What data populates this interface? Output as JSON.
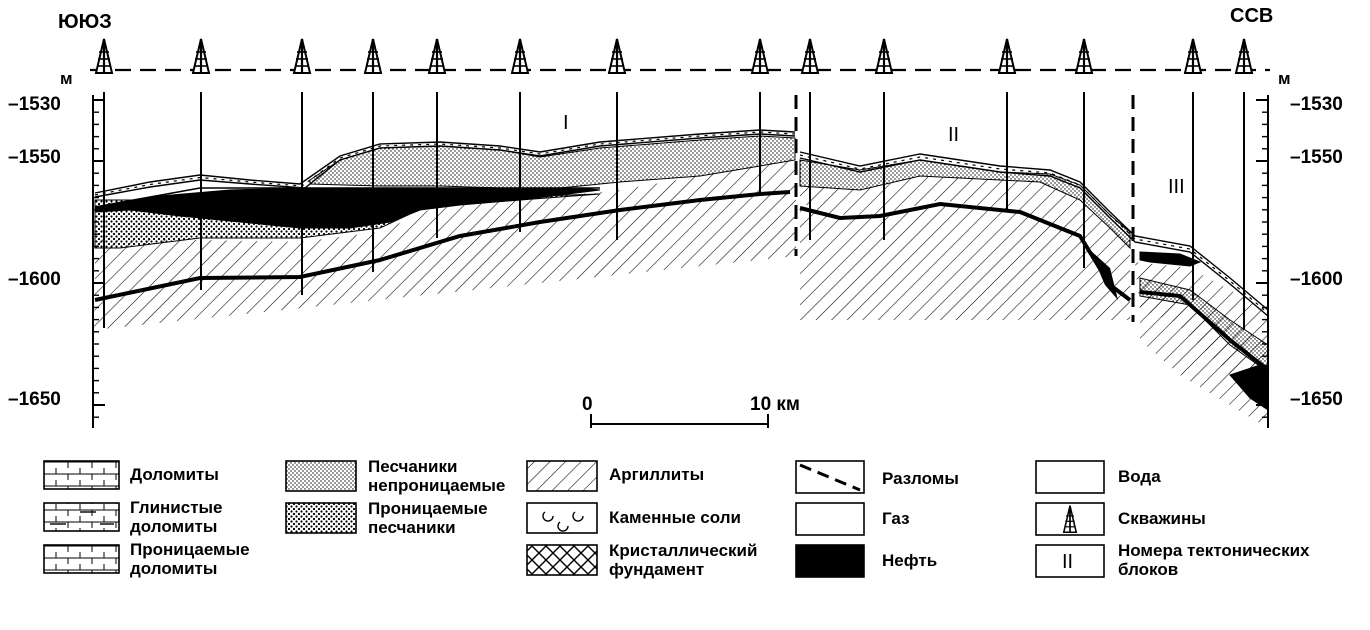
{
  "directions": {
    "left": "ЮЮЗ",
    "right": "ССВ"
  },
  "axis": {
    "unit_left": "м",
    "unit_right": "м",
    "ticks": [
      "–1530",
      "–1550",
      "–1600",
      "–1650"
    ]
  },
  "blocks": [
    "I",
    "II",
    "III"
  ],
  "scale": {
    "start": "0",
    "end": "10 км"
  },
  "legend": [
    {
      "id": "dolomites",
      "label": "Доломиты"
    },
    {
      "id": "clay_dolomites",
      "label": "Глинистые\nдоломиты"
    },
    {
      "id": "perm_dolomites",
      "label": "Проницаемые\nдоломиты"
    },
    {
      "id": "imperm_sandstone",
      "label": "Песчаники\nнепроницаемые"
    },
    {
      "id": "perm_sandstone",
      "label": "Проницаемые\nпесчаники"
    },
    {
      "id": "argillites",
      "label": "Аргиллиты"
    },
    {
      "id": "rock_salt",
      "label": "Каменные соли"
    },
    {
      "id": "basement",
      "label": "Кристаллический\nфундамент"
    },
    {
      "id": "faults",
      "label": "Разломы"
    },
    {
      "id": "gas",
      "label": "Газ"
    },
    {
      "id": "oil",
      "label": "Нефть"
    },
    {
      "id": "water",
      "label": "Вода"
    },
    {
      "id": "wells",
      "label": "Скважины"
    },
    {
      "id": "block_numbers",
      "label": "Номера тектонических\nблоков",
      "symbol": "II"
    }
  ],
  "colors": {
    "ink": "#000000",
    "paper": "#ffffff"
  }
}
